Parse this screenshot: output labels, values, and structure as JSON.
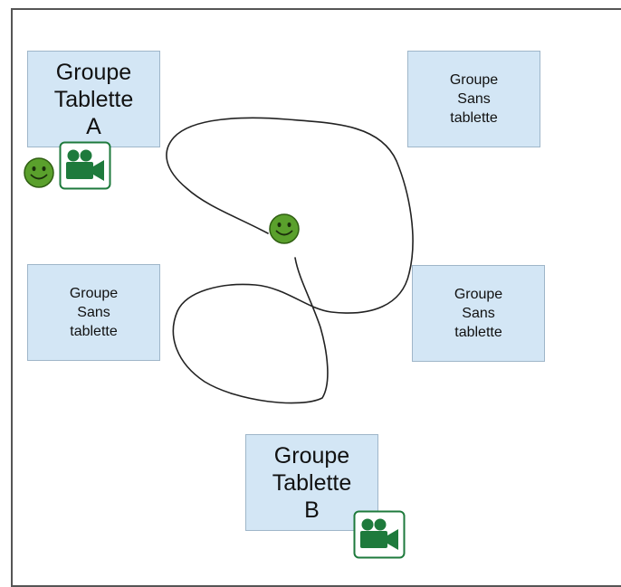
{
  "groups": {
    "tablet_a": {
      "label": "Groupe\nTablette\nA"
    },
    "no_tablet_top_right": {
      "label": "Groupe\nSans\ntablette"
    },
    "no_tablet_mid_left": {
      "label": "Groupe\nSans\ntablette"
    },
    "no_tablet_mid_right": {
      "label": "Groupe\nSans\ntablette"
    },
    "tablet_b": {
      "label": "Groupe\nTablette\nB"
    }
  },
  "icons": {
    "smiley": "smiley-face-icon",
    "camera": "video-camera-icon",
    "path": "movement-path"
  },
  "colors": {
    "box_fill": "#d3e6f5",
    "box_border": "#9fb6c9",
    "smiley_fill": "#5aa02c",
    "camera_fill": "#1e7a3c",
    "path_stroke": "#222222"
  }
}
